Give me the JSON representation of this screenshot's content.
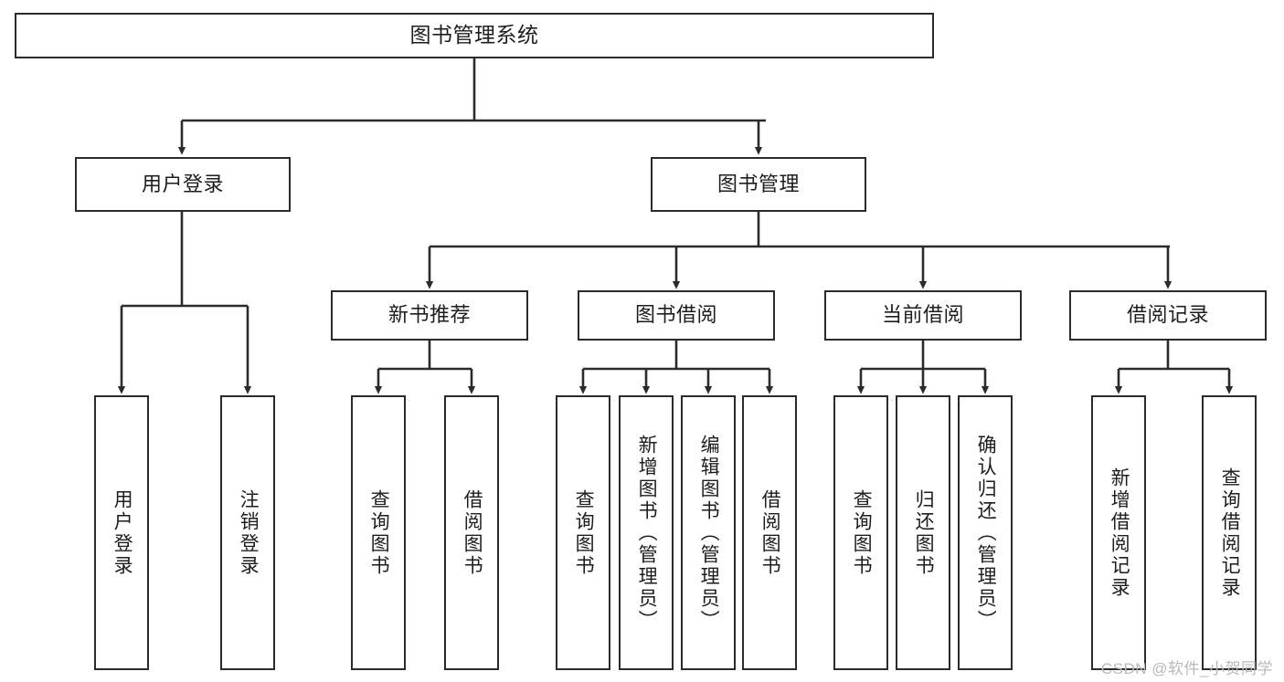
{
  "diagram": {
    "title": "图书管理系统",
    "type": "tree-hierarchy-chart",
    "watermark": "CSDN @软件_小贺同学",
    "colors": {
      "node_border": "#2b2b2b",
      "node_fill": "#ffffff",
      "edge": "#2b2b2b",
      "text": "#1d1d1d",
      "watermark": "#b9b9b9"
    },
    "nodes": {
      "root": {
        "label": "图书管理系统"
      },
      "level1": [
        {
          "id": "user-login",
          "label": "用户登录"
        },
        {
          "id": "book-manage",
          "label": "图书管理"
        }
      ],
      "level2": [
        {
          "id": "new-book-recommend",
          "label": "新书推荐"
        },
        {
          "id": "book-borrow",
          "label": "图书借阅"
        },
        {
          "id": "current-borrow",
          "label": "当前借阅"
        },
        {
          "id": "borrow-record",
          "label": "借阅记录"
        }
      ],
      "leaves": {
        "user_login": [
          {
            "id": "leaf-user-login",
            "label": "用户登录"
          },
          {
            "id": "leaf-user-logout",
            "label": "注销登录"
          }
        ],
        "new_book_recommend": [
          {
            "id": "leaf-query-book-1",
            "label": "查询图书"
          },
          {
            "id": "leaf-borrow-book-1",
            "label": "借阅图书"
          }
        ],
        "book_borrow": [
          {
            "id": "leaf-query-book-2",
            "label": "查询图书"
          },
          {
            "id": "leaf-add-book",
            "label": "新增图书（管理员）"
          },
          {
            "id": "leaf-edit-book",
            "label": "编辑图书（管理员）"
          },
          {
            "id": "leaf-borrow-book-2",
            "label": "借阅图书"
          }
        ],
        "current_borrow": [
          {
            "id": "leaf-query-book-3",
            "label": "查询图书"
          },
          {
            "id": "leaf-return-book",
            "label": "归还图书"
          },
          {
            "id": "leaf-confirm-return",
            "label": "确认归还（管理员）"
          }
        ],
        "borrow_record": [
          {
            "id": "leaf-add-record",
            "label": "新增借阅记录"
          },
          {
            "id": "leaf-query-record",
            "label": "查询借阅记录"
          }
        ]
      }
    }
  }
}
